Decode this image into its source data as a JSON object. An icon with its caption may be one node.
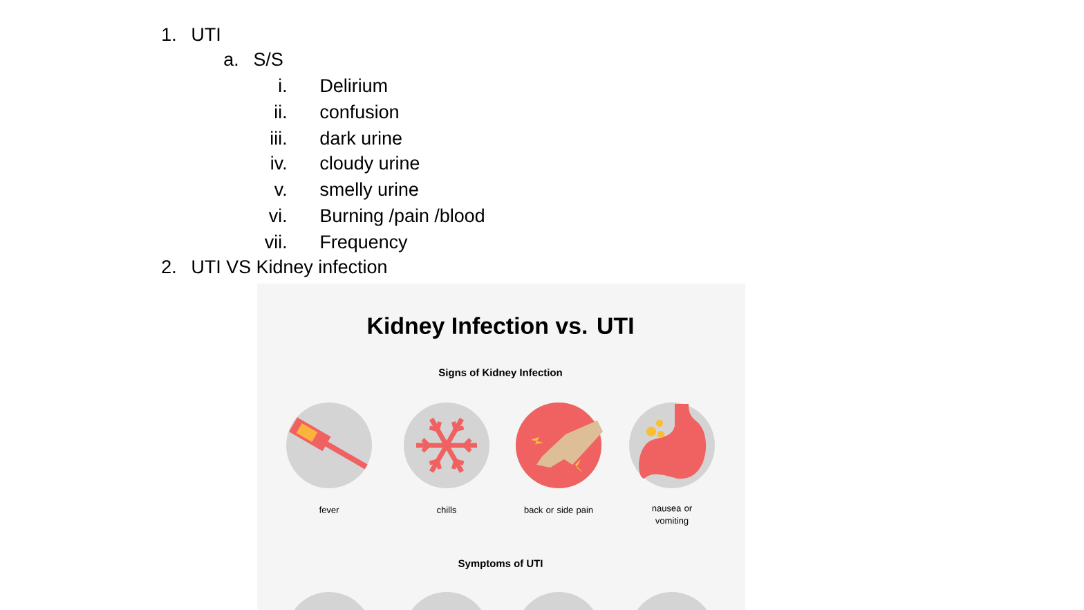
{
  "diagram": {
    "nodes": [
      {
        "text": [
          "Kidney Infection vs. UTI",
          "Signs of Kidney Infection",
          "Symptoms of UTI"
        ]
      },
      {
        "text": [],
        "shape": "picture",
        "in": 0,
        "beside": [
          "fever"
        ]
      },
      {
        "text": [],
        "shape": "picture",
        "in": 0,
        "beside": [
          "chills"
        ]
      },
      {
        "text": [],
        "shape": "picture",
        "in": 0,
        "beside": [
          "back or side pain"
        ]
      },
      {
        "text": [],
        "shape": "picture",
        "in": 0,
        "beside": [
          "nausea or vomiting"
        ]
      },
      {
        "text": [],
        "shape": "circle"
      },
      {
        "text": [],
        "shape": "circle"
      },
      {
        "text": [],
        "shape": "circle"
      },
      {
        "text": [],
        "shape": "circle"
      }
    ],
    "edges": [],
    "labels": [
      "1.",
      "UTI",
      "a.",
      "S/S",
      "i.",
      "Delirium",
      "ii.",
      "confusion",
      "iii.",
      "dark urine",
      "iv.",
      "cloudy urine",
      "v.",
      "smelly urine",
      "vi.",
      "Burning /pain /blood",
      "vii.",
      "Frequency",
      "2.",
      "UTI VS Kidney infection"
    ]
  }
}
